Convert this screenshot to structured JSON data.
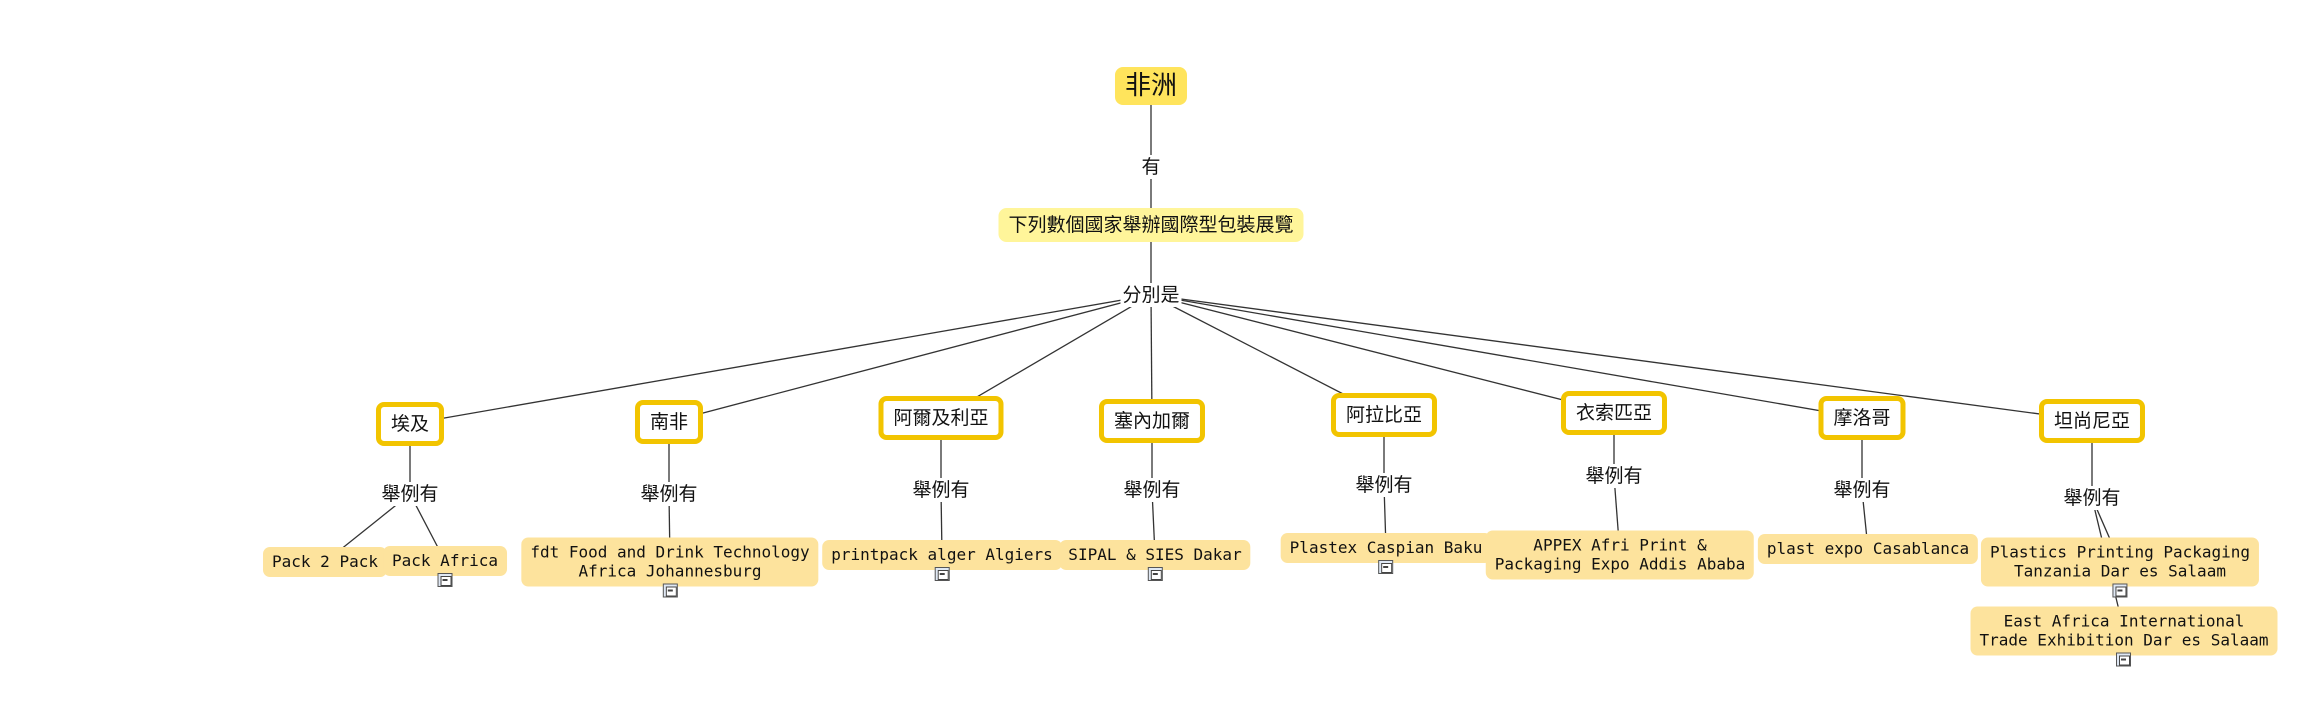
{
  "root": {
    "label": "非洲"
  },
  "link_has": "有",
  "title": {
    "label": "下列數個國家舉辦國際型包裝展覽"
  },
  "link_namely": "分別是",
  "countries": [
    {
      "name": "埃及",
      "link": "舉例有",
      "exhibitions": [
        {
          "lines": [
            "Pack 2 Pack"
          ],
          "icon": null
        },
        {
          "lines": [
            "Pack Africa"
          ],
          "icon": "document-icon"
        }
      ]
    },
    {
      "name": "南非",
      "link": "舉例有",
      "exhibitions": [
        {
          "lines": [
            "fdt Food and Drink Technology",
            "Africa Johannesburg"
          ],
          "icon": "document-icon"
        }
      ]
    },
    {
      "name": "阿爾及利亞",
      "link": "舉例有",
      "exhibitions": [
        {
          "lines": [
            "printpack alger Algiers"
          ],
          "icon": "document-icon"
        }
      ]
    },
    {
      "name": "塞內加爾",
      "link": "舉例有",
      "exhibitions": [
        {
          "lines": [
            "SIPAL & SIES Dakar"
          ],
          "icon": "document-icon"
        }
      ]
    },
    {
      "name": "阿拉比亞",
      "link": "舉例有",
      "exhibitions": [
        {
          "lines": [
            "Plastex Caspian Baku"
          ],
          "icon": "document-icon"
        }
      ]
    },
    {
      "name": "衣索匹亞",
      "link": "舉例有",
      "exhibitions": [
        {
          "lines": [
            "APPEX Afri Print &",
            "Packaging Expo Addis Ababa"
          ],
          "icon": null
        }
      ]
    },
    {
      "name": "摩洛哥",
      "link": "舉例有",
      "exhibitions": [
        {
          "lines": [
            "plast expo Casablanca"
          ],
          "icon": null
        }
      ]
    },
    {
      "name": "坦尚尼亞",
      "link": "舉例有",
      "exhibitions": [
        {
          "lines": [
            "Plastics Printing Packaging",
            "Tanzania Dar es Salaam"
          ],
          "icon": "document-icon"
        },
        {
          "lines": [
            "East Africa International",
            "Trade Exhibition Dar es Salaam"
          ],
          "icon": "document-icon"
        }
      ]
    }
  ]
}
